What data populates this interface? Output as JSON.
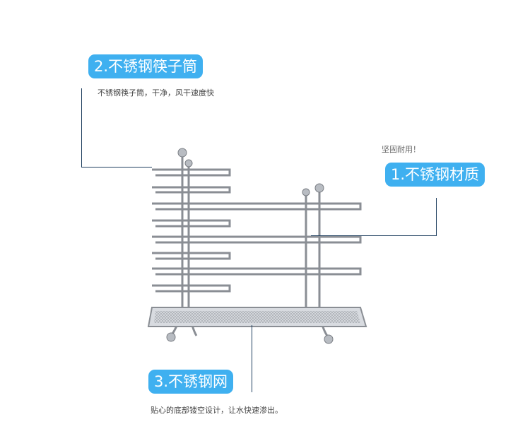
{
  "callouts": [
    {
      "title": "2.不锈钢筷子筒",
      "desc": "不锈钢筷子筒，干净，风干速度快"
    },
    {
      "title": "1.不锈钢材质",
      "desc": "坚固耐用！"
    },
    {
      "title": "3.不锈钢网",
      "desc": "贴心的底部镂空设计，让水快速渗出。"
    }
  ],
  "colors": {
    "badge": "#3fb0f0",
    "leader": "#1f3f5f"
  }
}
